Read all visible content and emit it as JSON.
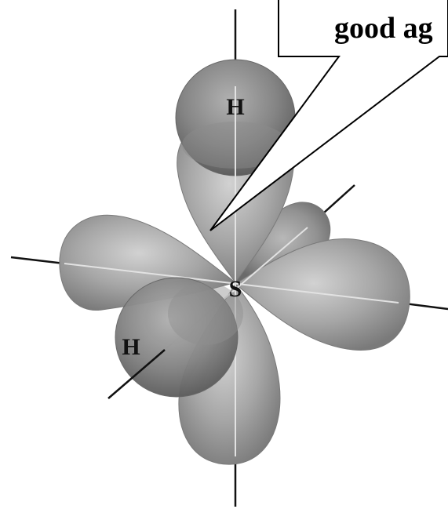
{
  "diagram": {
    "atoms": {
      "central": "S",
      "hydrogen_top": "H",
      "hydrogen_left": "H"
    },
    "callout": {
      "text": "good ag"
    },
    "colors": {
      "lobe_fill": "#9a9a9a",
      "lobe_light": "#c4c4c4",
      "lobe_dark": "#6e6e6e",
      "sphere_fill": "#8a8a8a",
      "axis": "#111111",
      "axis_inner": "#dcdcdc"
    }
  }
}
